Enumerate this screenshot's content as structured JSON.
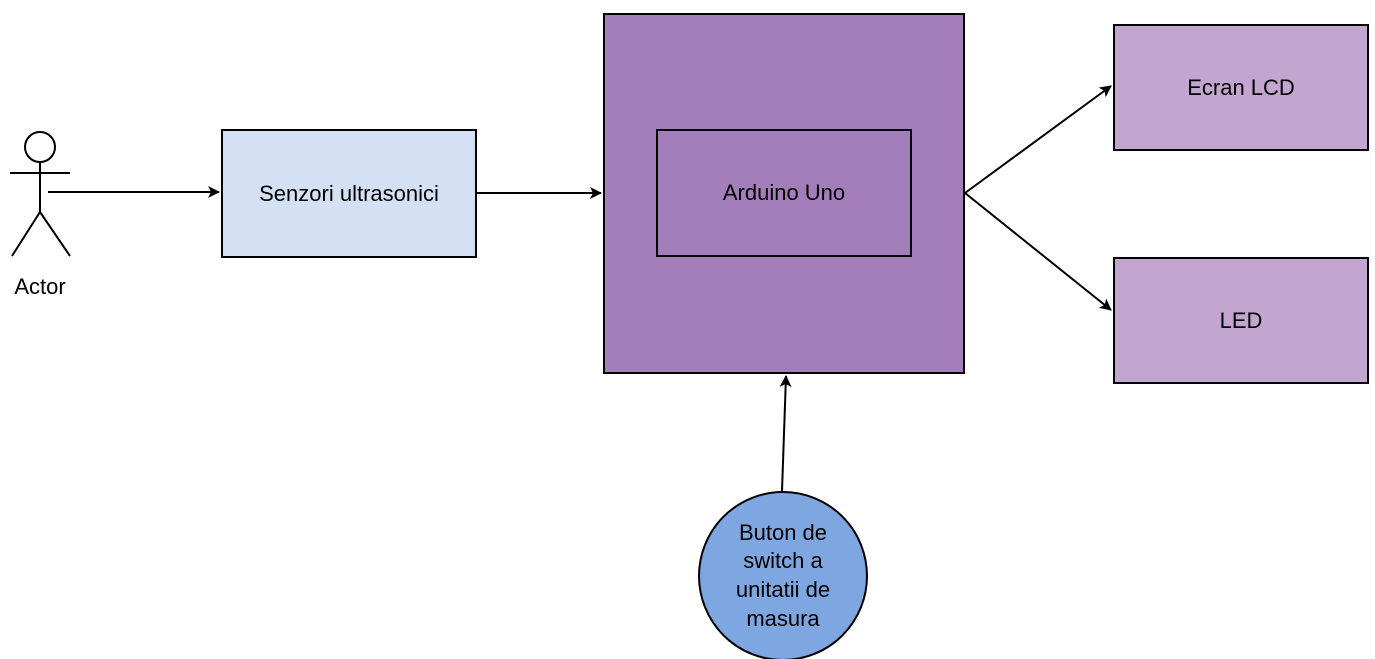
{
  "actor": {
    "label": "Actor"
  },
  "nodes": {
    "sensors": {
      "label": "Senzori ultrasonici",
      "color": "#d4e1f4"
    },
    "arduino_outer": {
      "label": "",
      "color": "#a47eba"
    },
    "arduino_inner": {
      "label": "Arduino Uno",
      "color": "#a47eba"
    },
    "lcd": {
      "label": "Ecran LCD",
      "color": "#c2a6cf"
    },
    "led": {
      "label": "LED",
      "color": "#c2a6cf"
    },
    "button": {
      "label": "Buton de switch a unitatii de masura",
      "color": "#7ea6e0"
    }
  },
  "edges": [
    {
      "from": "Actor",
      "to": "Senzori ultrasonici"
    },
    {
      "from": "Senzori ultrasonici",
      "to": "Arduino Uno"
    },
    {
      "from": "Arduino Uno",
      "to": "Ecran LCD"
    },
    {
      "from": "Arduino Uno",
      "to": "LED"
    },
    {
      "from": "Buton de switch a unitatii de masura",
      "to": "Arduino Uno"
    }
  ],
  "colors": {
    "stroke": "#000000",
    "background": "#ffffff"
  }
}
